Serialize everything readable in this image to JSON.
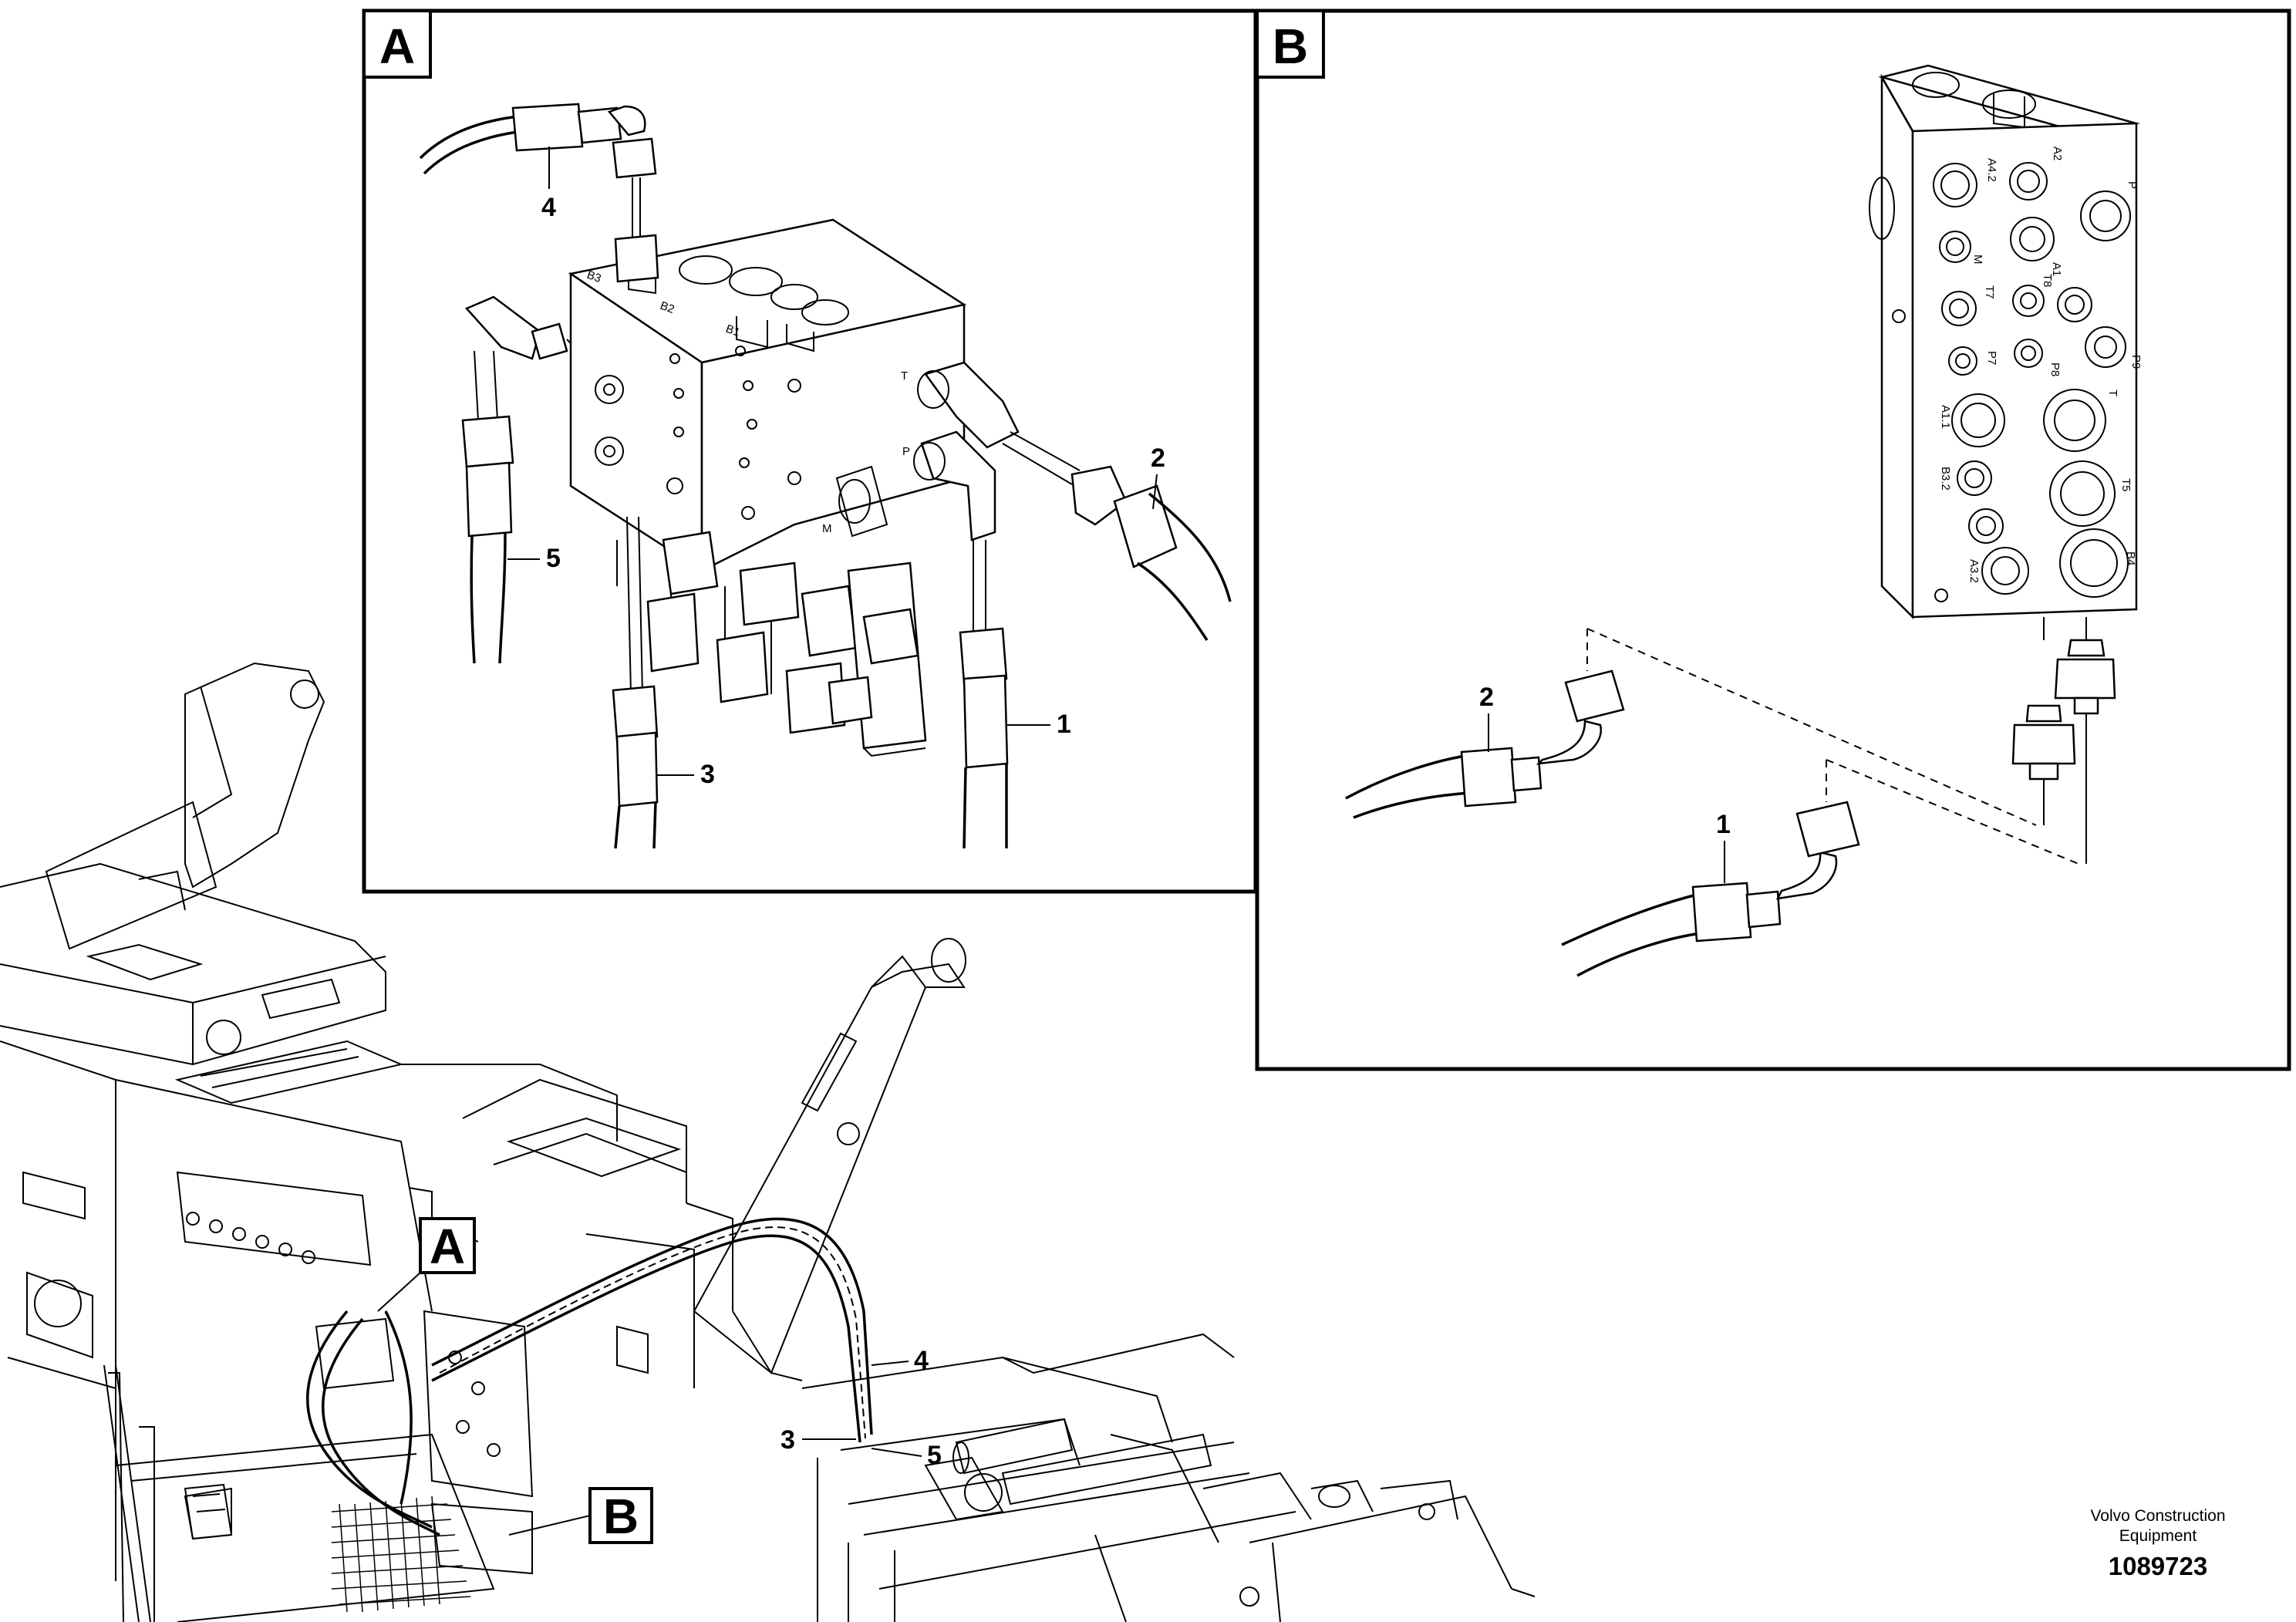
{
  "detail_a": {
    "letter": "A",
    "callouts": [
      "1",
      "2",
      "3",
      "4",
      "5"
    ],
    "port_labels": [
      "T",
      "P",
      "M",
      "B3",
      "B2",
      "B1"
    ]
  },
  "detail_b": {
    "letter": "B",
    "callouts": [
      "1",
      "2"
    ],
    "port_labels": [
      "A4.2",
      "A2",
      "P",
      "M",
      "A1",
      "T7",
      "T8",
      "P7",
      "P8",
      "P9",
      "A1.1",
      "T",
      "B3.2",
      "T5",
      "A3.2",
      "B4"
    ]
  },
  "overview": {
    "markers": [
      "A",
      "B"
    ],
    "callouts": [
      "3",
      "4",
      "5"
    ]
  },
  "footer": {
    "company_line1": "Volvo Construction",
    "company_line2": "Equipment",
    "drawing_number": "1089723"
  }
}
